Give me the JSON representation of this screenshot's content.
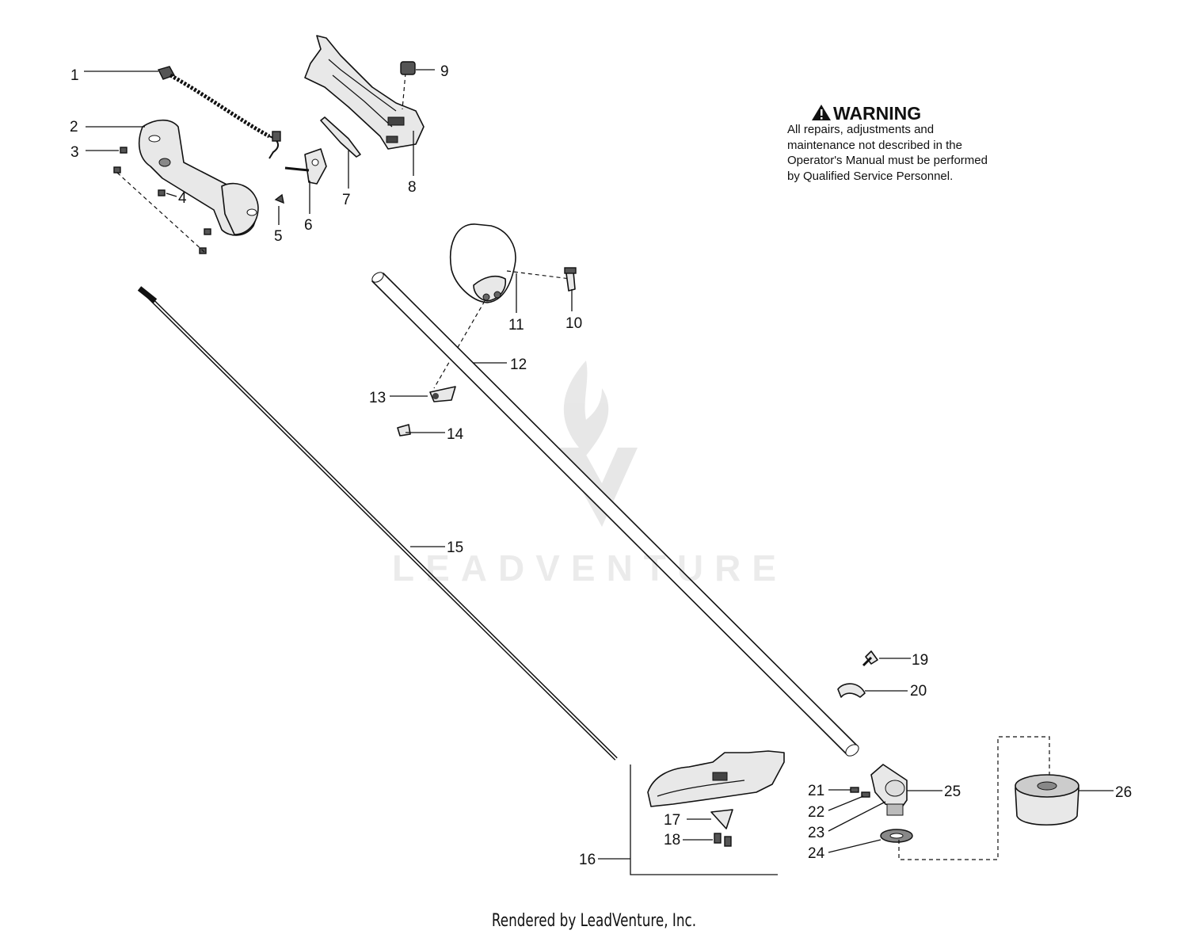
{
  "warning": {
    "icon": "warning-triangle-icon",
    "title": "WARNING",
    "body": "All repairs, adjustments and maintenance not described in the Operator's Manual must be performed by Qualified Service Personnel."
  },
  "watermark": {
    "text": "LEADVENTURE",
    "icon": "flame-logo-icon"
  },
  "footer": {
    "text": "Rendered by LeadVenture, Inc."
  },
  "callouts": [
    "1",
    "2",
    "3",
    "4",
    "5",
    "6",
    "7",
    "8",
    "9",
    "10",
    "11",
    "12",
    "13",
    "14",
    "15",
    "16",
    "17",
    "18",
    "19",
    "20",
    "21",
    "22",
    "23",
    "24",
    "25",
    "26"
  ]
}
